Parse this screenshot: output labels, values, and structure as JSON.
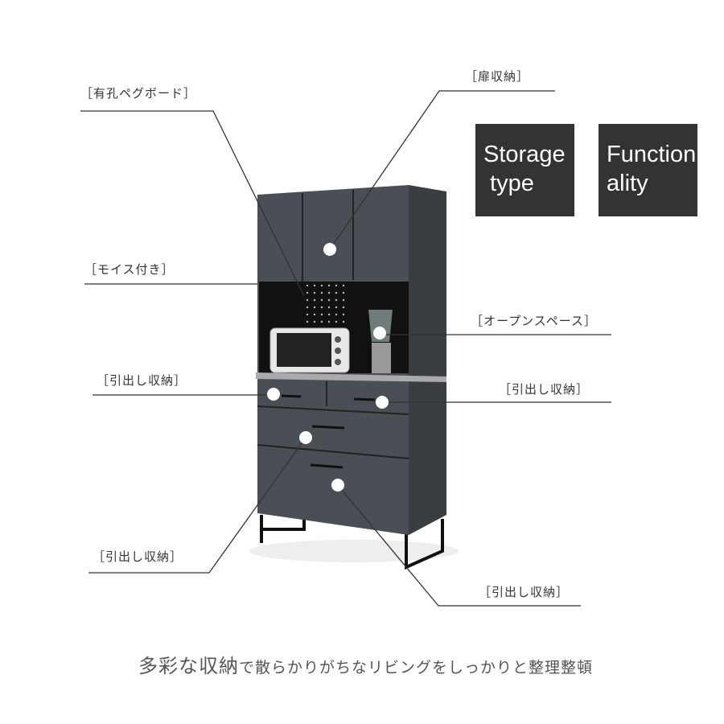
{
  "labels": {
    "pegboard": "［有孔ペグボード］",
    "door": "［扉収納］",
    "moulding": "［モイス付き］",
    "open_space": "［オープンスペース］",
    "drawer_left": "［引出し収納］",
    "drawer_right": "［引出し収納］",
    "drawer_lower_left": "［引出し収納］",
    "drawer_lower_right": "［引出し収納］"
  },
  "boxes": {
    "storage_1": "Storage",
    "storage_2": " type",
    "function_1": "Function",
    "function_2": "ality"
  },
  "caption": {
    "emphasis": "多彩な収納",
    "rest": "で散らかりがちなリビングをしっかりと整理整頓"
  },
  "colors": {
    "box": "#333333",
    "cabinet": "#4a4e55",
    "line": "#333333"
  }
}
